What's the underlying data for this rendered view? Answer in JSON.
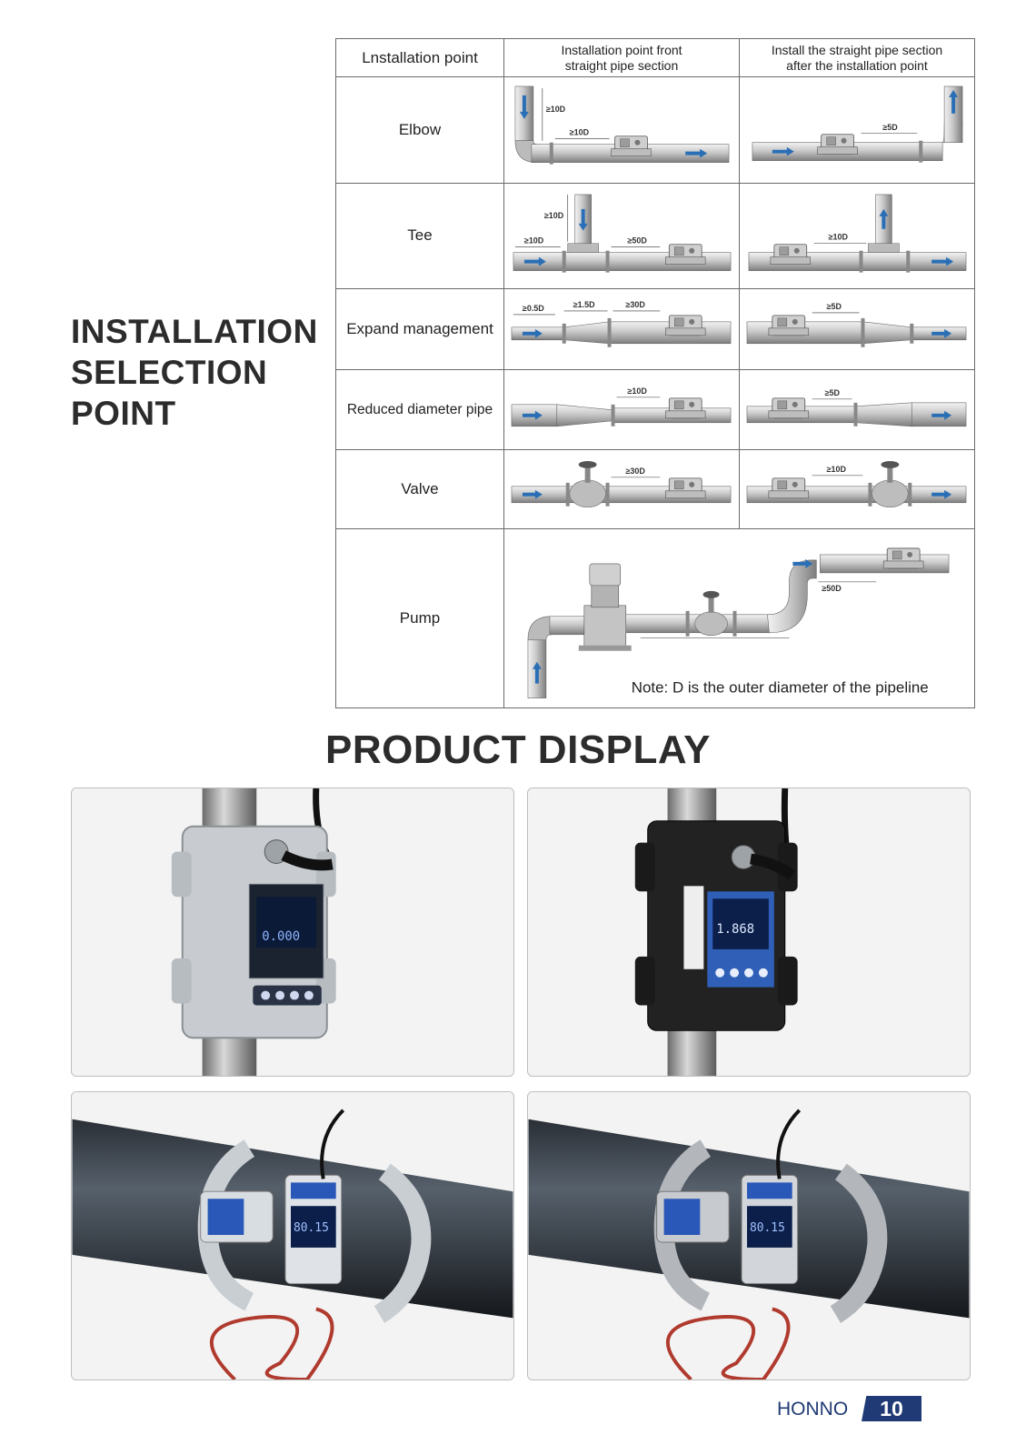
{
  "side_heading": {
    "line1": "INSTALLATION",
    "line2": "SELECTION",
    "line3": "POINT"
  },
  "table": {
    "headers": {
      "col1": "Lnstallation point",
      "col2_line1": "Installation point front",
      "col2_line2": "straight pipe section",
      "col3_line1": "Install the straight pipe section",
      "col3_line2": "after the installation point"
    },
    "rows": [
      {
        "label": "Elbow",
        "front": [
          "≥10D",
          "≥10D"
        ],
        "after": [
          "≥5D"
        ]
      },
      {
        "label": "Tee",
        "front": [
          "≥10D",
          "≥10D",
          "≥50D"
        ],
        "after": [
          "≥10D"
        ]
      },
      {
        "label": "Expand management",
        "front": [
          "≥0.5D",
          "≥1.5D",
          "≥30D"
        ],
        "after": [
          "≥5D"
        ]
      },
      {
        "label": "Reduced diameter pipe",
        "front": [
          "≥10D"
        ],
        "after": [
          "≥5D"
        ]
      },
      {
        "label": "Valve",
        "front": [
          "≥30D"
        ],
        "after": [
          "≥10D"
        ]
      },
      {
        "label": "Pump",
        "front": [
          "≥50D"
        ]
      }
    ],
    "note": "Note: D is the outer diameter of the pipeline"
  },
  "product_display": {
    "title": "PRODUCT DISPLAY",
    "photos": [
      {
        "alt": "silver-meter-on-pipe",
        "screen": "0.000"
      },
      {
        "alt": "black-meter-on-pipe",
        "screen": "1.868"
      },
      {
        "alt": "clamp-meter-large-pipe-a",
        "screen": "80.15"
      },
      {
        "alt": "clamp-meter-large-pipe-b",
        "screen": "80.15"
      }
    ]
  },
  "footer": {
    "brand": "HONNO",
    "page": "10"
  },
  "colors": {
    "heading": "#2c2c2c",
    "brand": "#1f3a75",
    "flow_arrow": "#2a6fb5"
  }
}
